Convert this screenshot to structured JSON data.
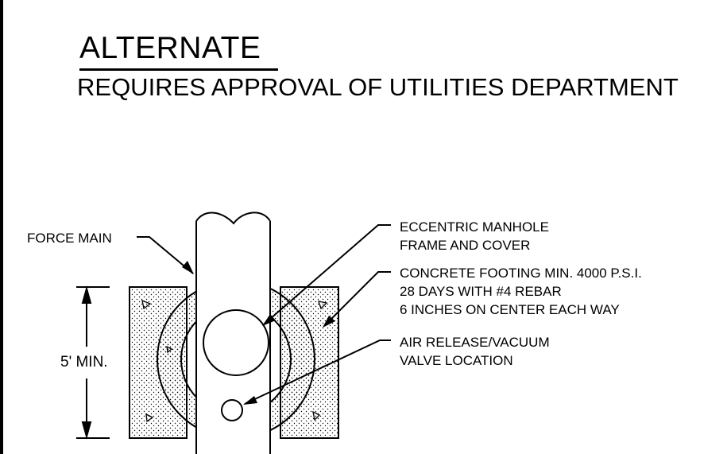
{
  "title": "ALTERNATE",
  "subtitle": "REQUIRES APPROVAL OF UTILITIES DEPARTMENT",
  "labels": {
    "force_main": "FORCE MAIN",
    "manhole_line1": "ECCENTRIC MANHOLE",
    "manhole_line2": "FRAME AND COVER",
    "footing_line1": "CONCRETE FOOTING MIN. 4000 P.S.I.",
    "footing_line2": "28 DAYS WITH #4 REBAR",
    "footing_line3": "6 INCHES ON CENTER EACH WAY",
    "valve_line1": "AIR RELEASE/VACUUM",
    "valve_line2": "VALVE LOCATION"
  },
  "dimension": "5' MIN."
}
